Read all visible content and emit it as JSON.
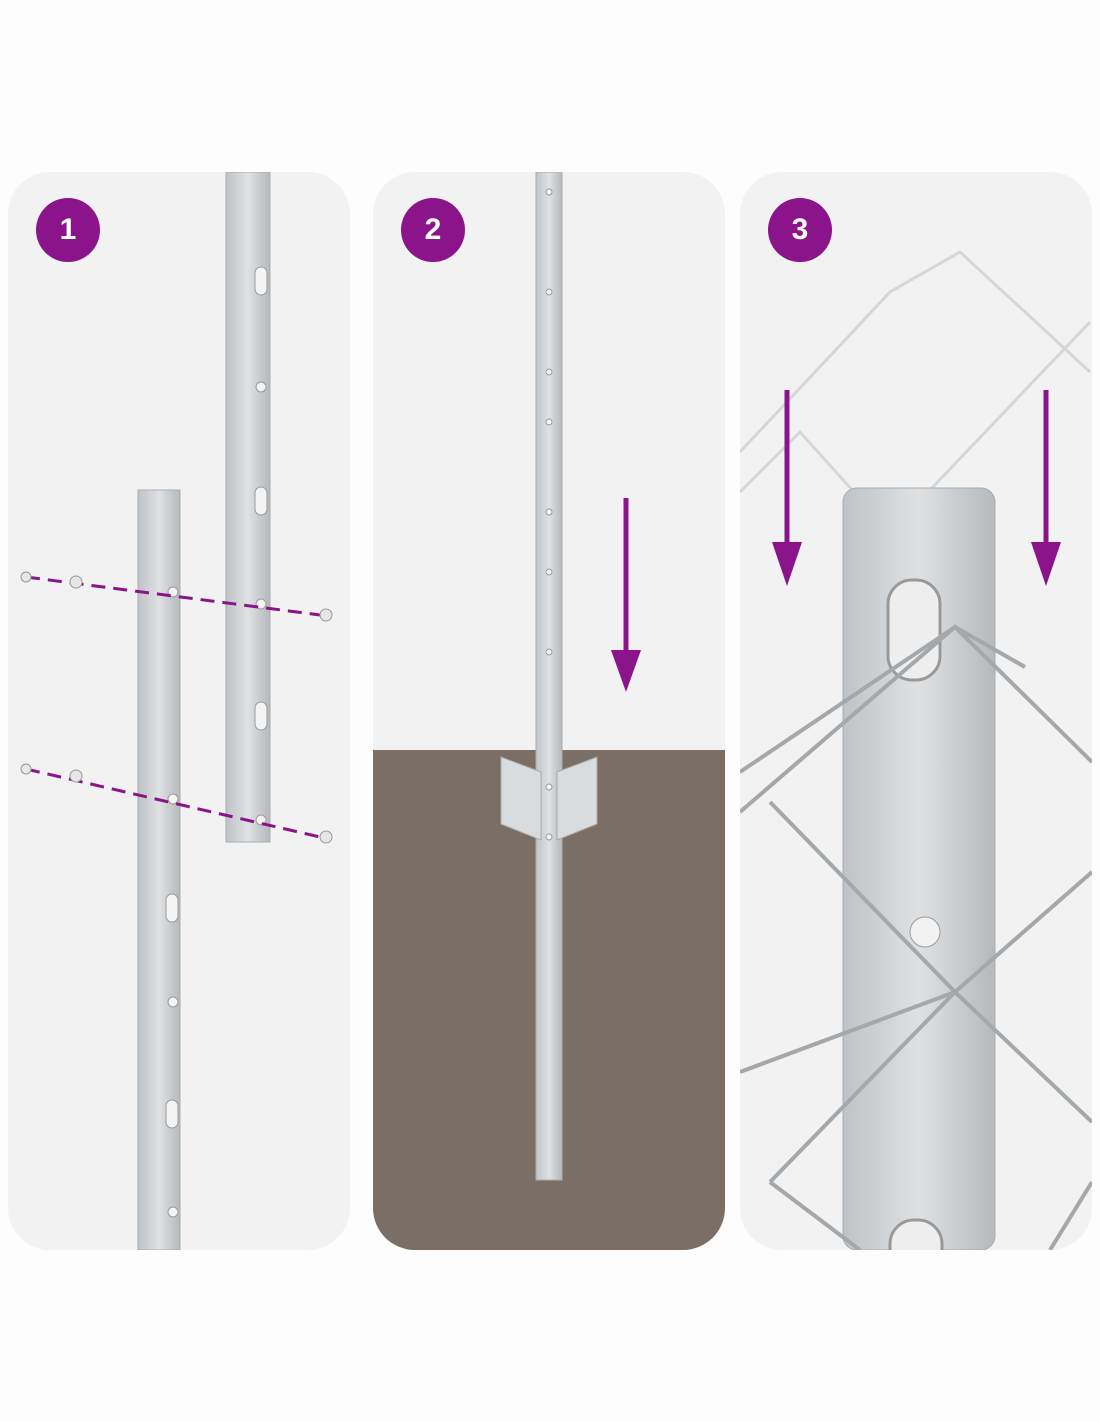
{
  "steps": [
    {
      "number": "1"
    },
    {
      "number": "2"
    },
    {
      "number": "3"
    }
  ],
  "colors": {
    "accent": "#8b148a",
    "panel_bg": "#f2f2f2",
    "soil": "#7b6e64",
    "metal": "#cfd2d4"
  }
}
